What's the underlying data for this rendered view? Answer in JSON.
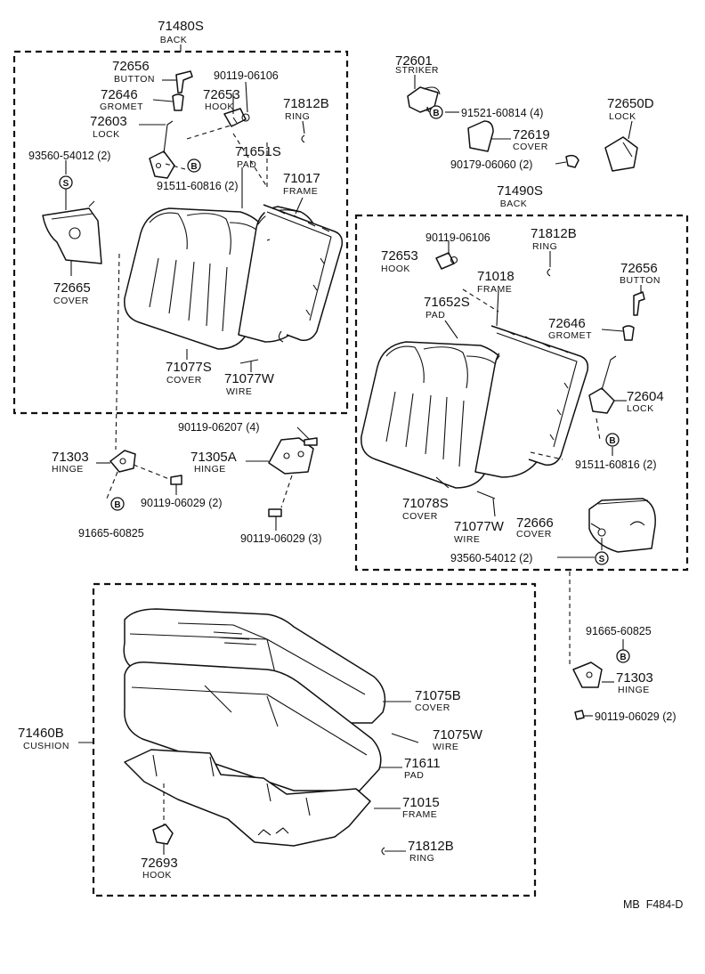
{
  "groups": {
    "back_left": {
      "pn": "71480S",
      "name": "BACK"
    },
    "back_right": {
      "pn": "71490S",
      "name": "BACK"
    },
    "cushion": {
      "pn": "71460B",
      "name": "CUSHION"
    }
  },
  "labels": {
    "l72656": {
      "pn": "72656",
      "name": "BUTTON"
    },
    "l72646": {
      "pn": "72646",
      "name": "GROMET"
    },
    "l72653": {
      "pn": "72653",
      "name": "HOOK"
    },
    "l90119_06106": {
      "pn": "90119-06106"
    },
    "l71812B_a": {
      "pn": "71812B",
      "name": "RING"
    },
    "l72603": {
      "pn": "72603",
      "name": "LOCK"
    },
    "l71651S": {
      "pn": "71651S",
      "name": "PAD"
    },
    "l93560_a": {
      "pn": "93560-54012 (2)"
    },
    "l91511_a": {
      "pn": "91511-60816 (2)"
    },
    "l71017": {
      "pn": "71017",
      "name": "FRAME"
    },
    "l72665": {
      "pn": "72665",
      "name": "COVER"
    },
    "l71077S": {
      "pn": "71077S",
      "name": "COVER"
    },
    "l71077W_a": {
      "pn": "71077W",
      "name": "WIRE"
    },
    "l90119_06207": {
      "pn": "90119-06207 (4)"
    },
    "l71303_a": {
      "pn": "71303",
      "name": "HINGE"
    },
    "l71305A": {
      "pn": "71305A",
      "name": "HINGE"
    },
    "l90119_06029_a": {
      "pn": "90119-06029 (2)"
    },
    "l91665_a": {
      "pn": "91665-60825"
    },
    "l90119_06029_b": {
      "pn": "90119-06029 (3)"
    },
    "l72601": {
      "pn": "72601",
      "name": "STRIKER"
    },
    "l91521": {
      "pn": "91521-60814 (4)"
    },
    "l72619": {
      "pn": "72619",
      "name": "COVER"
    },
    "l72650D": {
      "pn": "72650D",
      "name": "LOCK"
    },
    "l90179": {
      "pn": "90179-06060 (2)"
    },
    "l90119_06106_b": {
      "pn": "90119-06106"
    },
    "l71812B_b": {
      "pn": "71812B",
      "name": "RING"
    },
    "l72653_b": {
      "pn": "72653",
      "name": "HOOK"
    },
    "l71018": {
      "pn": "71018",
      "name": "FRAME"
    },
    "l72656_b": {
      "pn": "72656",
      "name": "BUTTON"
    },
    "l71652S": {
      "pn": "71652S",
      "name": "PAD"
    },
    "l72646_b": {
      "pn": "72646",
      "name": "GROMET"
    },
    "l72604": {
      "pn": "72604",
      "name": "LOCK"
    },
    "l91511_b": {
      "pn": "91511-60816 (2)"
    },
    "l71078S": {
      "pn": "71078S",
      "name": "COVER"
    },
    "l71077W_b": {
      "pn": "71077W",
      "name": "WIRE"
    },
    "l72666": {
      "pn": "72666",
      "name": "COVER"
    },
    "l93560_b": {
      "pn": "93560-54012 (2)"
    },
    "l91665_b": {
      "pn": "91665-60825"
    },
    "l71303_b": {
      "pn": "71303",
      "name": "HINGE"
    },
    "l90119_06029_c": {
      "pn": "90119-06029 (2)"
    },
    "l71075B": {
      "pn": "71075B",
      "name": "COVER"
    },
    "l71075W": {
      "pn": "71075W",
      "name": "WIRE"
    },
    "l71611": {
      "pn": "71611",
      "name": "PAD"
    },
    "l71015": {
      "pn": "71015",
      "name": "FRAME"
    },
    "l72693": {
      "pn": "72693",
      "name": "HOOK"
    },
    "l71812B_c": {
      "pn": "71812B",
      "name": "RING"
    }
  },
  "symbols": {
    "b": "B",
    "s": "S"
  },
  "figure_code": "MB  F484-D"
}
